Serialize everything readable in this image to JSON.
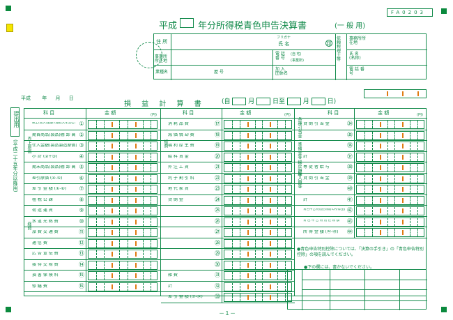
{
  "form_code": "FA0203",
  "title": {
    "prefix": "平成",
    "main": "年分所得税青色申告決算書",
    "type": "(一 般 用)"
  },
  "header": {
    "address_label": "住 所",
    "name_label": "氏 名",
    "furigana": "フリガナ",
    "office_label": "事業所所在地",
    "office_label2": "事務所所在地",
    "phone_label": "電 話 番 号",
    "phone_home": "(自 宅)",
    "phone_office": "(事業所)",
    "business_label": "業種名",
    "trade_label": "屋 号",
    "association_label": "加 入 団体名",
    "agent_label": "依 頼 税 理 士 等",
    "agent_name": "氏 名 (名称)",
    "agent_phone": "電 話 番 号"
  },
  "date_line": {
    "era": "平成",
    "year": "年",
    "month": "月",
    "day": "日"
  },
  "statement_title": "損 益 計 算 書",
  "period": {
    "from": "(自",
    "month": "月",
    "day": "日至",
    "month2": "月",
    "day2": "日)"
  },
  "side_label": "提出用",
  "side_note": "(平成二十五年分以降用)",
  "col_headers": {
    "item": "科 目",
    "amount": "金 額",
    "unit": "(円)"
  },
  "rows_left": [
    {
      "num": "①",
      "label": "売上(収入)金額 (雑収入を含む)"
    },
    {
      "num": "②",
      "label": "期首商品(製品)棚 卸 高"
    },
    {
      "num": "③",
      "label": "仕入金額(製品製造原価)"
    },
    {
      "num": "④",
      "label": "小 計 (②+③)"
    },
    {
      "num": "⑤",
      "label": "期末商品(製品)棚 卸 高"
    },
    {
      "num": "⑥",
      "label": "差引原価 (④-⑤)"
    },
    {
      "num": "⑦",
      "label": "差 引 金 額 (①-⑥)"
    },
    {
      "num": "⑧",
      "label": "租 税 公 課"
    },
    {
      "num": "⑨",
      "label": "荷 造 運 賃"
    },
    {
      "num": "⑩",
      "label": "水 道 光 熱 費"
    },
    {
      "num": "⑪",
      "label": "旅 費 交 通 費"
    },
    {
      "num": "⑫",
      "label": "通 信 費"
    },
    {
      "num": "⑬",
      "label": "広 告 宣 伝 費"
    },
    {
      "num": "⑭",
      "label": "接 待 交 際 費"
    },
    {
      "num": "⑮",
      "label": "損 害 保 険 料"
    },
    {
      "num": "⑯",
      "label": "修 繕 費"
    }
  ],
  "group_left": {
    "cost": "売上原価",
    "expenses": "経費"
  },
  "rows_mid": [
    {
      "num": "⑰",
      "label": "消 耗 品 費"
    },
    {
      "num": "⑱",
      "label": "減 価 償 却 費"
    },
    {
      "num": "⑲",
      "label": "福 利 厚 生 費"
    },
    {
      "num": "⑳",
      "label": "給 料 賃 金"
    },
    {
      "num": "㉑",
      "label": "外 注 工 賃"
    },
    {
      "num": "㉒",
      "label": "利 子 割 引 料"
    },
    {
      "num": "㉓",
      "label": "地 代 家 賃"
    },
    {
      "num": "㉔",
      "label": "貸 倒 金"
    },
    {
      "num": "㉕",
      "label": ""
    },
    {
      "num": "㉖",
      "label": ""
    },
    {
      "num": "㉗",
      "label": ""
    },
    {
      "num": "㉘",
      "label": ""
    },
    {
      "num": "㉙",
      "label": ""
    },
    {
      "num": "㉚",
      "label": ""
    },
    {
      "num": "㉛",
      "label": "雑 費"
    },
    {
      "num": "㉜",
      "label": "計"
    },
    {
      "num": "㉝",
      "label": "差 引 金 額 (⑦-㉜)"
    }
  ],
  "group_mid": {
    "expenses": "経費"
  },
  "rows_right": [
    {
      "num": "㉞",
      "label": "貸 倒 引 当 金"
    },
    {
      "num": "㉟",
      "label": ""
    },
    {
      "num": "㊱",
      "label": ""
    },
    {
      "num": "㊲",
      "label": "計"
    },
    {
      "num": "㊳",
      "label": "専 従 者 給 与"
    },
    {
      "num": "㊴",
      "label": "貸 倒 引 当 金"
    },
    {
      "num": "㊵",
      "label": ""
    },
    {
      "num": "㊶",
      "label": "計"
    },
    {
      "num": "㊷",
      "label": "青色申告特別控除前の所得金額 (㉝+㊲-㊶)"
    },
    {
      "num": "㊸",
      "label": "青 色 申 告 特 別 控 除 額"
    },
    {
      "num": "㊹",
      "label": "所 得 金 額 (㊷-㊸)"
    }
  ],
  "group_right": {
    "reserve_return": "各種引当金・準備金等 繰戻額等",
    "reserve_set": "繰入額等"
  },
  "note_blue": "●青色申告特別控除については、「決算の手引き」の「青色申告特別控除」の項を読んでください。",
  "note_write": "●下の欄には、書かないでください。",
  "page_number": "－１－"
}
